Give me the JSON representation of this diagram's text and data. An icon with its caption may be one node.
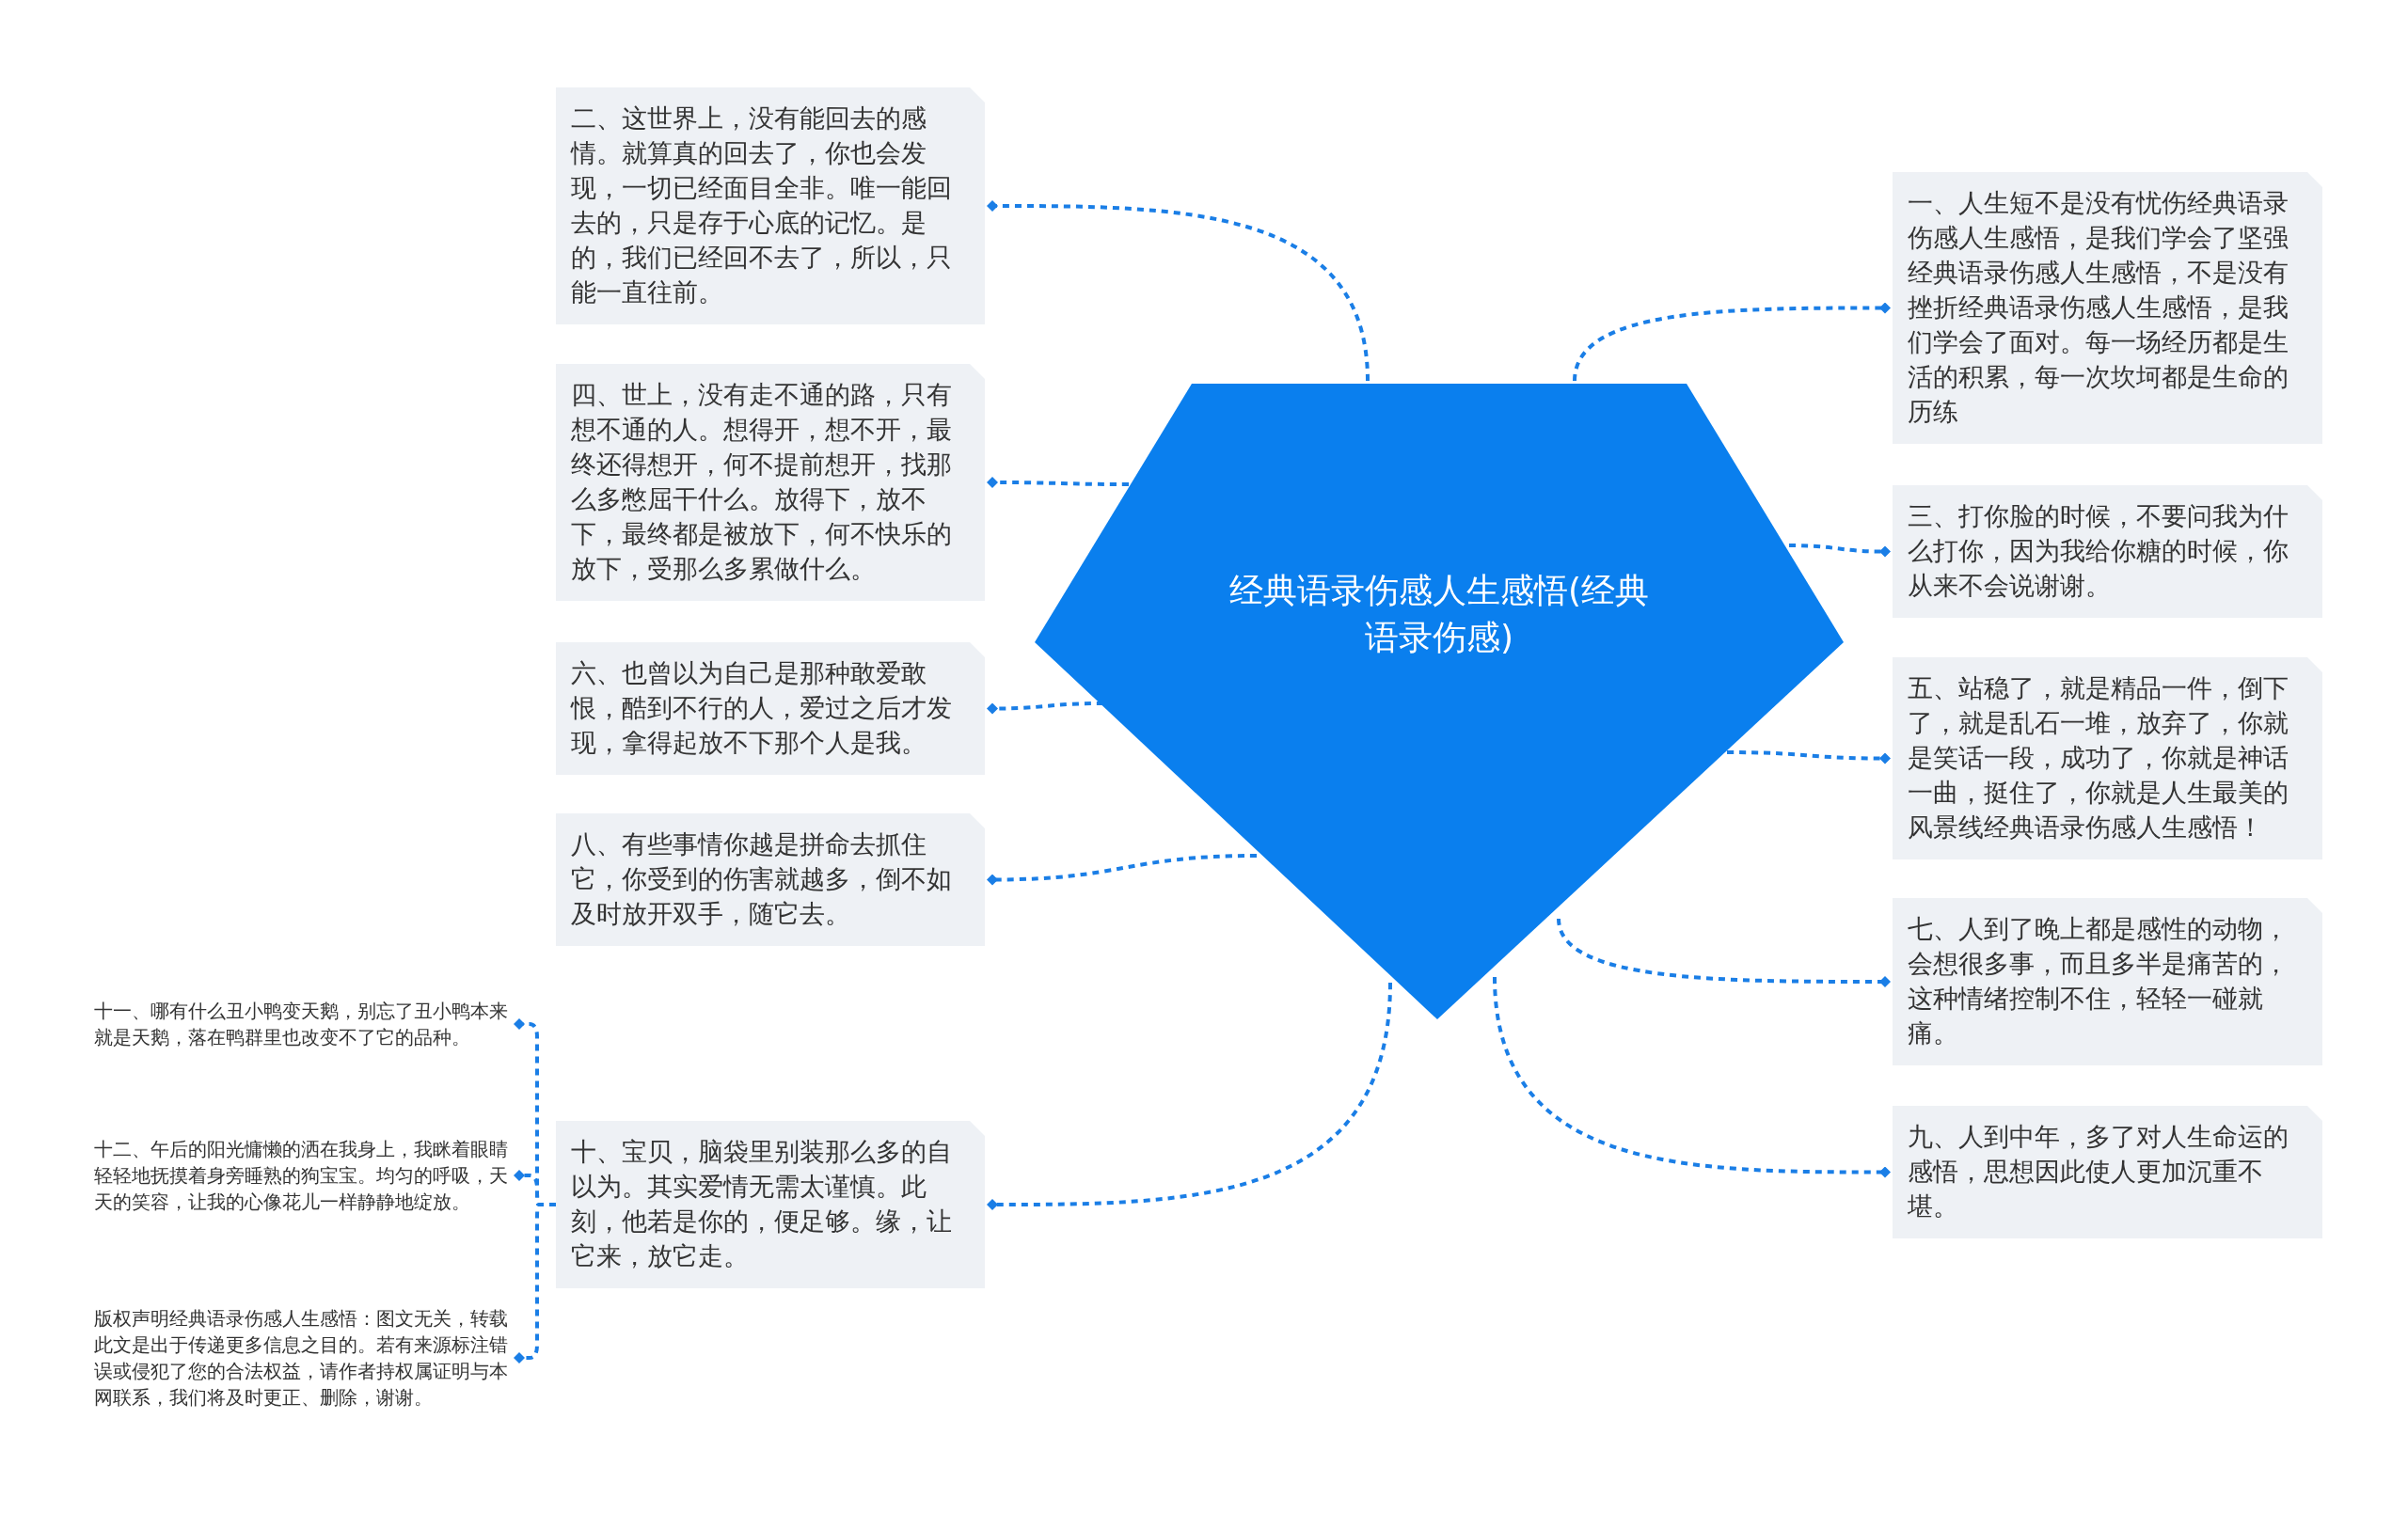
{
  "diagram": {
    "nodes": [
      {
        "text": [
          "经典语录伤感人生感悟(经典语录伤感)"
        ]
      },
      {
        "text": [
          "一、人生短不是没有忧伤经典语录伤感人生感悟，是我们学会了坚强经典语录伤感人生感悟，不是没有挫折经典语录伤感人生感悟，是我们学会了面对。每一场经历都是生活的积累，每一次坎坷都是生命的历练"
        ]
      },
      {
        "text": [
          "二、这世界上，没有能回去的感情。就算真的回去了，你也会发现，一切已经面目全非。唯一能回去的，只是存于心底的记忆。是的，我们已经回不去了，所以，只能一直往前。"
        ]
      },
      {
        "text": [
          "三、打你脸的时候，不要问我为什么打你，因为我给你糖的时候，你从来不会说谢谢。"
        ]
      },
      {
        "text": [
          "四、世上，没有走不通的路，只有想不通的人。想得开，想不开，最终还得想开，何不提前想开，找那么多憋屈干什么。放得下，放不下，最终都是被放下，何不快乐的放下，受那么多累做什么。"
        ]
      },
      {
        "text": [
          "五、站稳了，就是精品一件，倒下了，就是乱石一堆，放弃了，你就是笑话一段，成功了，你就是神话一曲，挺住了，你就是人生最美的风景线经典语录伤感人生感悟！"
        ]
      },
      {
        "text": [
          "六、也曾以为自己是那种敢爱敢恨，酷到不行的人，爱过之后才发现，拿得起放不下那个人是我。"
        ]
      },
      {
        "text": [
          "七、人到了晚上都是感性的动物，会想很多事，而且多半是痛苦的，这种情绪控制不住，轻轻一碰就痛。"
        ]
      },
      {
        "text": [
          "八、有些事情你越是拼命去抓住它，你受到的伤害就越多，倒不如及时放开双手，随它去。"
        ]
      },
      {
        "text": [
          "九、人到中年，多了对人生命运的感悟，思想因此使人更加沉重不堪。"
        ]
      },
      {
        "text": [
          "十、宝贝，脑袋里别装那么多的自以为。其实爱情无需太谨慎。此刻，他若是你的，便足够。缘，让它来，放它走。"
        ]
      },
      {
        "text": [
          "十一、哪有什么丑小鸭变天鹅，别忘了丑小鸭本来就是天鹅，落在鸭群里也改变不了它的品种。"
        ]
      },
      {
        "text": [
          "十二、午后的阳光慵懒的洒在我身上，我眯着眼睛轻轻地抚摸着身旁睡熟的狗宝宝。均匀的呼吸，天天的笑容，让我的心像花儿一样静静地绽放。"
        ]
      },
      {
        "text": [
          "版权声明经典语录伤感人生感悟：图文无关，转载此文是出于传递更多信息之目的。若有来源标注错误或侵犯了您的合法权益，请作者持权属证明与本网联系，我们将及时更正、删除，谢谢。"
        ]
      }
    ],
    "edges": [
      {
        "from": 0,
        "to": 1,
        "arrow": "other"
      },
      {
        "from": 0,
        "to": 2,
        "arrow": "other"
      },
      {
        "from": 0,
        "to": 3,
        "arrow": "other"
      },
      {
        "from": 0,
        "to": 4,
        "arrow": "other"
      },
      {
        "from": 0,
        "to": 5,
        "arrow": "other"
      },
      {
        "from": 0,
        "to": 6,
        "arrow": "other"
      },
      {
        "from": 0,
        "to": 7,
        "arrow": "other"
      },
      {
        "from": 0,
        "to": 8,
        "arrow": "other"
      },
      {
        "from": 0,
        "to": 9,
        "arrow": "other"
      },
      {
        "from": 0,
        "to": 10,
        "arrow": "other"
      },
      {
        "from": 10,
        "to": 11,
        "arrow": "other"
      },
      {
        "from": 10,
        "to": 12,
        "arrow": "other"
      },
      {
        "from": 10,
        "to": 13,
        "arrow": "other"
      }
    ]
  }
}
